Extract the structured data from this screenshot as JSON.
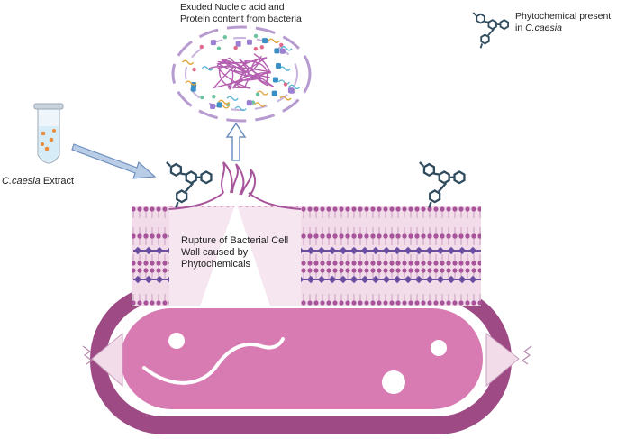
{
  "labels": {
    "exuded_line1": "Exuded Nucleic acid and",
    "exuded_line2": "Protein content from bacteria",
    "legend_line1": "Phytochemical present",
    "legend_line2_prefix": "in ",
    "legend_line2_species": "C.caesia",
    "extract_species": "C.caesia",
    "extract_suffix": " Extract",
    "rupture_line1": "Rupture of Bacterial Cell",
    "rupture_line2": "Wall caused by",
    "rupture_line3": "Phytochemicals"
  },
  "icons": {
    "legend": "phytochemical-molecule-icon",
    "tube": "test-tube-icon",
    "arrow_in": "diagonal-arrow-icon",
    "arrow_up": "up-arrow-icon"
  },
  "colors": {
    "cell_outer": "#9e4a85",
    "cell_inner": "#d97bb3",
    "membrane_fill": "#f3dcea",
    "lipid_head": "#a7549a",
    "protein": "#6a4fa0",
    "molecule": "#2f4b5e",
    "arrow": "#b9cde6",
    "arrow_stroke": "#6f8fbf",
    "tube_liquid": "#d6ecf7",
    "tube_dots": "#e98d3a"
  }
}
